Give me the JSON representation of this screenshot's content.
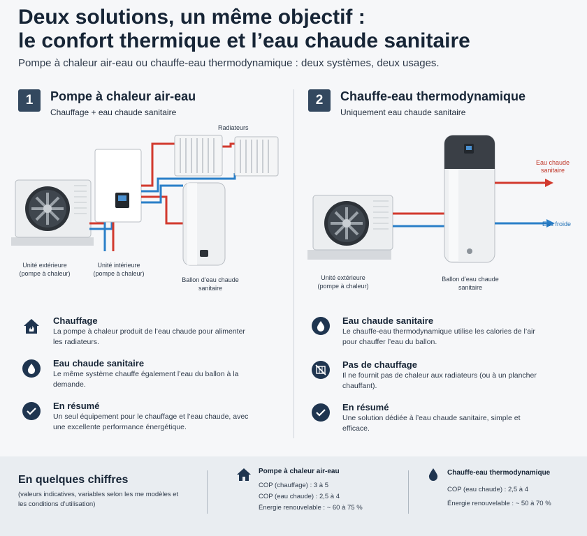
{
  "header": {
    "title_line1": "Deux solutions, un même objectif :",
    "title_line2": "le confort thermique et l’eau chaude sanitaire",
    "subtitle": "Pompe à chaleur air-eau ou chauffe-eau thermodynamique : deux systèmes, deux usages."
  },
  "left": {
    "number": "1",
    "title": "Pompe à chaleur air-eau",
    "subtitle": "Chauffage + eau chaude sanitaire",
    "captions": {
      "radiators": "Radiateurs",
      "outdoor": [
        "Unité extérieure",
        "(pompe à chaleur)"
      ],
      "indoor": [
        "Unité intérieure",
        "(pompe à chaleur)"
      ],
      "tank": [
        "Ballon d’eau chaude",
        "sanitaire"
      ]
    },
    "features": [
      {
        "icon": "house-icon",
        "title": "Chauffage",
        "desc": "La pompe à chaleur produit de l’eau chaude pour alimenter les radiateurs."
      },
      {
        "icon": "water-drop-icon",
        "title": "Eau chaude sanitaire",
        "desc": "Le même système chauffe également l’eau du ballon à la demande."
      },
      {
        "icon": "check-icon",
        "title": "En résumé",
        "desc": "Un seul équipement pour le chauffage et l’eau chaude, avec une excellente performance énergétique."
      }
    ]
  },
  "right": {
    "number": "2",
    "title": "Chauffe-eau thermodynamique",
    "subtitle": "Uniquement eau chaude sanitaire",
    "captions": {
      "outdoor": [
        "Unité extérieure",
        "(pompe à chaleur)"
      ],
      "tank": [
        "Ballon d’eau chaude",
        "sanitaire"
      ],
      "hot_water": [
        "Eau chaude",
        "sanitaire"
      ],
      "cold_water": "Eau froide"
    },
    "features": [
      {
        "icon": "water-drop-icon",
        "title": "Eau chaude sanitaire",
        "desc": "Le chauffe-eau thermodynamique utilise les calories de l’air pour chauffer l’eau du ballon."
      },
      {
        "icon": "no-radiator-icon",
        "title": "Pas de chauffage",
        "desc": "Il ne fournit pas de chaleur aux radiateurs (ou à un plancher chauffant)."
      },
      {
        "icon": "check-icon",
        "title": "En résumé",
        "desc": "Une solution dédiée à l’eau chaude sanitaire, simple et efficace."
      }
    ]
  },
  "footer": {
    "title": "En quelques chiffres",
    "note": "(valeurs indicatives, variables selon les me modèles et les conditions d’utilisation)",
    "col1": {
      "icon": "house-icon",
      "title": "Pompe à chaleur air-eau",
      "lines": [
        "COP (chauffage) : 3 à 5",
        "COP (eau chaude) : 2,5 à 4",
        "Énergie renouvelable : ~ 60 à 75 %"
      ]
    },
    "col2": {
      "icon": "water-drop-icon",
      "title": "Chauffe-eau thermodynamique",
      "lines": [
        "COP (eau chaude) : 2,5 à 4",
        "Énergie renouvelable : ~ 50 à 70 %"
      ]
    }
  },
  "colors": {
    "navy": "#1f3550",
    "hot_pipe": "#d23a2e",
    "cold_pipe": "#2a7fc8",
    "background": "#f6f7f9"
  }
}
